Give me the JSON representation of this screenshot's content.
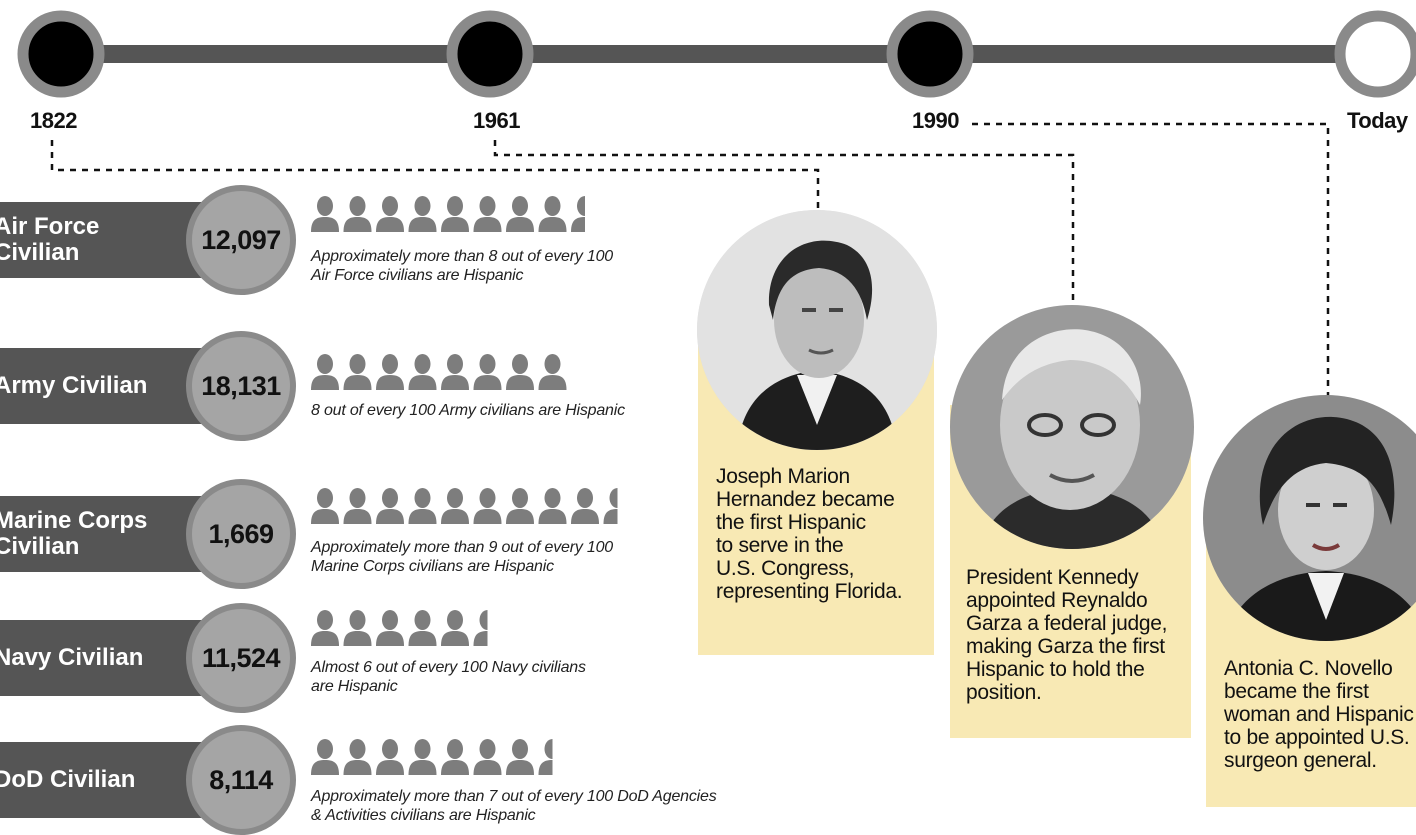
{
  "timeline": {
    "years": [
      "1822",
      "1961",
      "1990",
      "Today"
    ],
    "line_color": "#555555",
    "node_fill": "#000000",
    "node_ring": "#8a8a8a"
  },
  "stats": [
    {
      "label": "Air Force\nCivilian",
      "count": "12,097",
      "icons": 8.5,
      "note": "Approximately more than 8 out of every 100\nAir Force civilians are Hispanic"
    },
    {
      "label": "Army Civilian",
      "count": "18,131",
      "icons": 8,
      "note": "8 out of every 100 Army civilians are Hispanic"
    },
    {
      "label": "Marine Corps\nCivilian",
      "count": "1,669",
      "icons": 9.5,
      "note": "Approximately more than 9 out of every 100\nMarine Corps civilians are Hispanic"
    },
    {
      "label": "Navy Civilian",
      "count": "11,524",
      "icons": 5.5,
      "note": "Almost 6 out of every 100 Navy civilians\nare Hispanic"
    },
    {
      "label": "DoD Civilian",
      "count": "8,114",
      "icons": 7.5,
      "note": "Approximately more than 7 out of every 100 DoD Agencies\n& Activities civilians are Hispanic"
    }
  ],
  "milestones": [
    {
      "text": "Joseph Marion\nHernandez became\nthe first Hispanic\nto serve in the\nU.S. Congress,\nrepresenting Florida."
    },
    {
      "text": "President Kennedy\nappointed Reynaldo\nGarza a federal judge,\nmaking Garza the first\nHispanic to hold the\nposition."
    },
    {
      "text": "Antonia C. Novello\nbecame the first\nwoman and Hispanic\nto be appointed U.S.\nsurgeon general."
    }
  ],
  "colors": {
    "band": "#555555",
    "badge": "#a5a5a5",
    "person_icon": "#7d7d7d",
    "card": "#f8e9b4"
  }
}
